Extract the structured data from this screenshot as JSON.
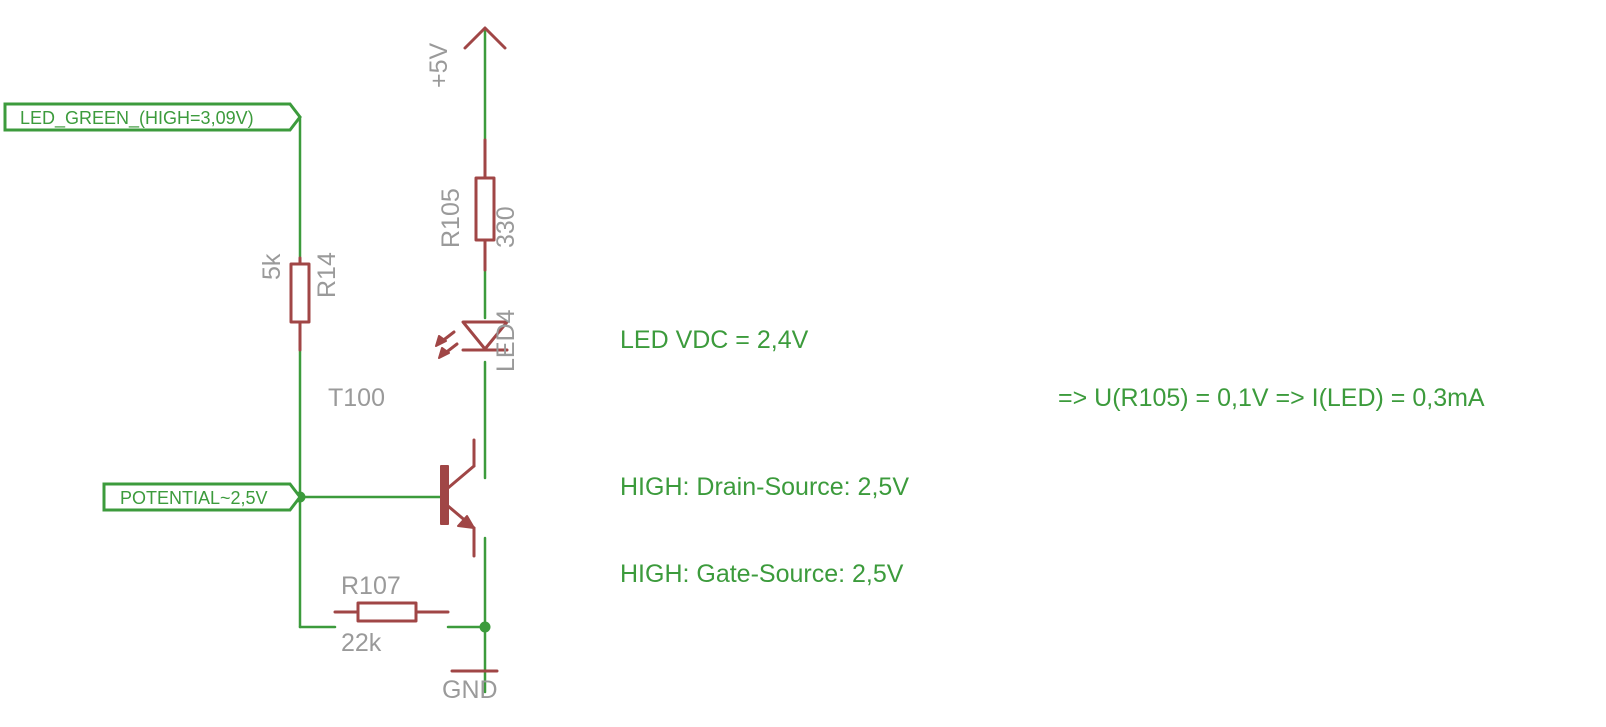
{
  "net_labels": {
    "led_green": "LED_GREEN_(HIGH=3,09V)",
    "potential": "POTENTIAL~2,5V"
  },
  "components": {
    "supply": "+5V",
    "ground": "GND",
    "r105_name": "R105",
    "r105_value": "330",
    "led4_name": "LED4",
    "r14_name": "R14",
    "r14_value": "5k",
    "t100_name": "T100",
    "r107_name": "R107",
    "r107_value": "22k"
  },
  "annotations": {
    "led_vdc": "LED VDC = 2,4V",
    "drain_source": "HIGH: Drain-Source: 2,5V",
    "gate_source": "HIGH: Gate-Source: 2,5V",
    "result": "=> U(R105) = 0,1V => I(LED) = 0,3mA"
  },
  "colors": {
    "wire": "#3c9b3c",
    "component": "#a04646",
    "label": "#9a9a9a"
  }
}
